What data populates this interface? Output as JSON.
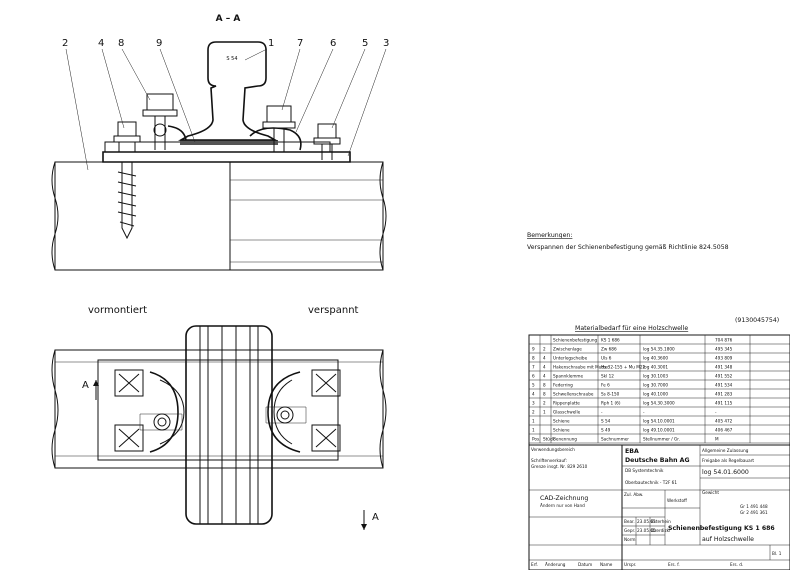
{
  "section_label": "A – A",
  "part_callouts": [
    "2",
    "4",
    "8",
    "9",
    "1",
    "7",
    "6",
    "5",
    "3"
  ],
  "rail_marking": "S 54",
  "plan_labels": {
    "left": "vormontiert",
    "right": "verspannt"
  },
  "cut_marker": "A",
  "remarks": {
    "title": "Bemerkungen:",
    "text": "Verspannen der Schienenbefestigung gemäß Richtlinie 824.5058"
  },
  "document_number": "(9130045754)",
  "bom": {
    "title": "Materialbedarf für eine Holzschwelle",
    "top_row": {
      "name": "Schienenbefestigung",
      "type": "KS 1 686",
      "number": "704 876"
    },
    "rows": [
      {
        "pos": "9",
        "qty": "2",
        "name": "Zwischenlage",
        "type": "Zw 686",
        "ref": "log 54.35.1800",
        "number": "495 345"
      },
      {
        "pos": "8",
        "qty": "4",
        "name": "Unterlegscheibe",
        "type": "Uls 6",
        "ref": "log 40.3600",
        "number": "493 809"
      },
      {
        "pos": "7",
        "qty": "4",
        "name": "Hakenschraube mit Mutter",
        "type": "Hs 32-155 + Mu M22",
        "ref": "log 40.3001",
        "number": "491 348"
      },
      {
        "pos": "6",
        "qty": "4",
        "name": "Spannklemme",
        "type": "Skl 12",
        "ref": "log 30.1003",
        "number": "491 552"
      },
      {
        "pos": "5",
        "qty": "8",
        "name": "Federring",
        "type": "Fe 6",
        "ref": "log 30.7000",
        "number": "491 534"
      },
      {
        "pos": "4",
        "qty": "8",
        "name": "Schwellenschraube",
        "type": "Ss 8-150",
        "ref": "log 40.1000",
        "number": "491 283"
      },
      {
        "pos": "3",
        "qty": "2",
        "name": "Rippenplatte",
        "type": "Rph 1 (6)",
        "ref": "log 54.30.3000",
        "number": "491 115"
      },
      {
        "pos": "2",
        "qty": "1",
        "name": "Glasschwelle",
        "type": "-",
        "ref": "-",
        "number": "-"
      },
      {
        "pos": "1",
        "qty": "",
        "name": "Schiene",
        "type": "S 54",
        "ref": "log 54.10.0001",
        "number": "405 472"
      },
      {
        "pos": "1",
        "qty": "",
        "name": "Schiene",
        "type": "S 49",
        "ref": "log 49.10.0001",
        "number": "406 467"
      }
    ],
    "header": {
      "pos": "Pos.",
      "qty": "Stück",
      "name": "Benennung",
      "type": "Sachnummer",
      "ref": "Stellnummer / Gr.",
      "number": "M"
    }
  },
  "title_block": {
    "usage": "Verwendungsbereich",
    "office": "Schriftenverkauf:",
    "office_line": "Grenze insgt. Nr. 829 2610",
    "org_top": "EBA",
    "org_name": "Deutsche Bahn AG",
    "org_dept": "DB Systemtechnik",
    "org_sub": "Oberbautechnik - T2F 61",
    "doc_ref": "log 54.01.6000",
    "cad": "CAD-Zeichnung",
    "cad_sub": "Ändern nur von Hand",
    "main_title": "Schienenbefestigung KS 1 686",
    "sub_title": "auf Holzschwelle",
    "labels": [
      "Allgemeine Zulassung",
      "Freigabe als Regelbauart",
      "Zul. Abw.",
      "Werkstoff",
      "Gewicht"
    ],
    "side_refs": [
      "Gr 1 491 448",
      "Gr 2 491 361"
    ],
    "dates": [
      "23.05.05",
      "23.05.05"
    ],
    "names": [
      "Esterhein",
      "Dzerdizki"
    ],
    "roles": [
      "Bear.",
      "Gepr.",
      "Norm"
    ],
    "bottom": [
      "Erf.",
      "Änderung",
      "Datum",
      "Name",
      "Urspr.",
      "Ers. f.",
      "Ers. d."
    ],
    "sheet": "Bl. 1"
  }
}
